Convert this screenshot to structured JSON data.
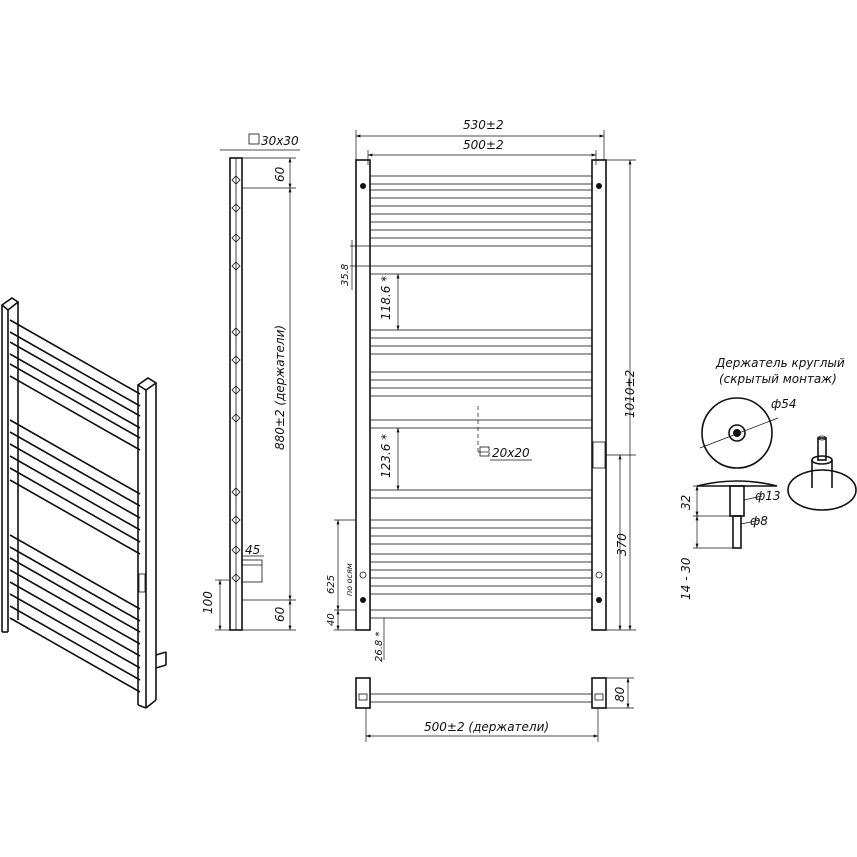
{
  "labels": {
    "profile": "30x30",
    "side_top": "60",
    "side_height": "880±2 (держатели)",
    "side_45": "45",
    "side_100": "100",
    "side_bottom": "60",
    "width_total": "530±2",
    "width_inner": "500±2",
    "height_total": "1010±2",
    "gap_35": "35.8",
    "gap_118": "118.6 *",
    "gap_123": "123.6 *",
    "crossbar": "20x20",
    "h_370": "370",
    "h_625": "625",
    "h_625_note": "по осям",
    "h_40": "40",
    "angle_268": "26.8 *",
    "depth_80": "80",
    "bottom_width": "500±2 (держатели)",
    "holder_title_1": "Держатель круглый",
    "holder_title_2": "(скрытый монтаж)",
    "holder_d54": "ф54",
    "holder_d13": "ф13",
    "holder_d8": "ф8",
    "holder_32": "32",
    "holder_range": "14 - 30"
  }
}
